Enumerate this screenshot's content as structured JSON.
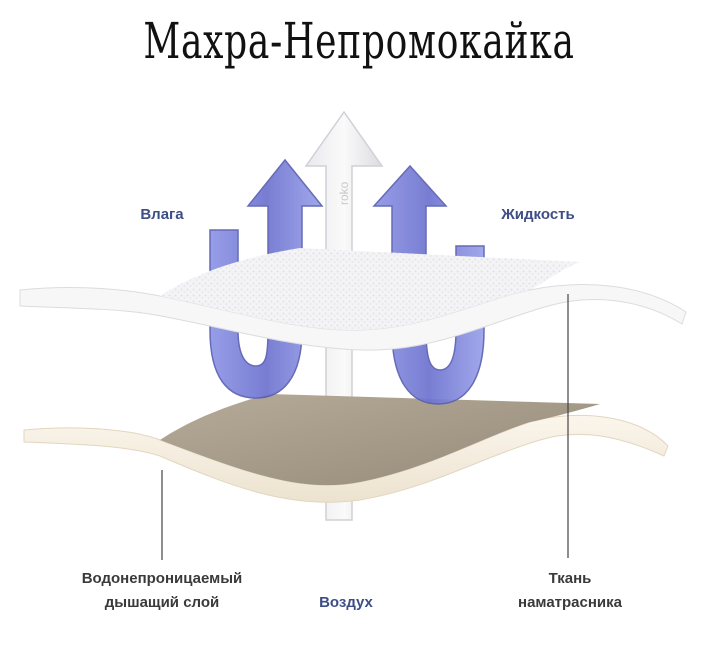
{
  "title": "Махра-Непромокайка",
  "arrow_mark": "roko",
  "labels": {
    "vlaga": "Влага",
    "zhidkost": "Жидкость",
    "membrane_line1": "Водонепроницаемый",
    "membrane_line2": "дышащий слой",
    "air": "Воздух",
    "fabric_line1": "Ткань",
    "fabric_line2": "наматрасника"
  },
  "colors": {
    "arrow_blue": "#7b82d6",
    "arrow_blue_dark": "#5b5fb0",
    "label_blue": "#3d4d86",
    "label_dark": "#3a3a3a",
    "membrane_brown": "#a89d8c",
    "fabric_cream": "#f6efe2",
    "terry_white": "#f2f2f4"
  }
}
